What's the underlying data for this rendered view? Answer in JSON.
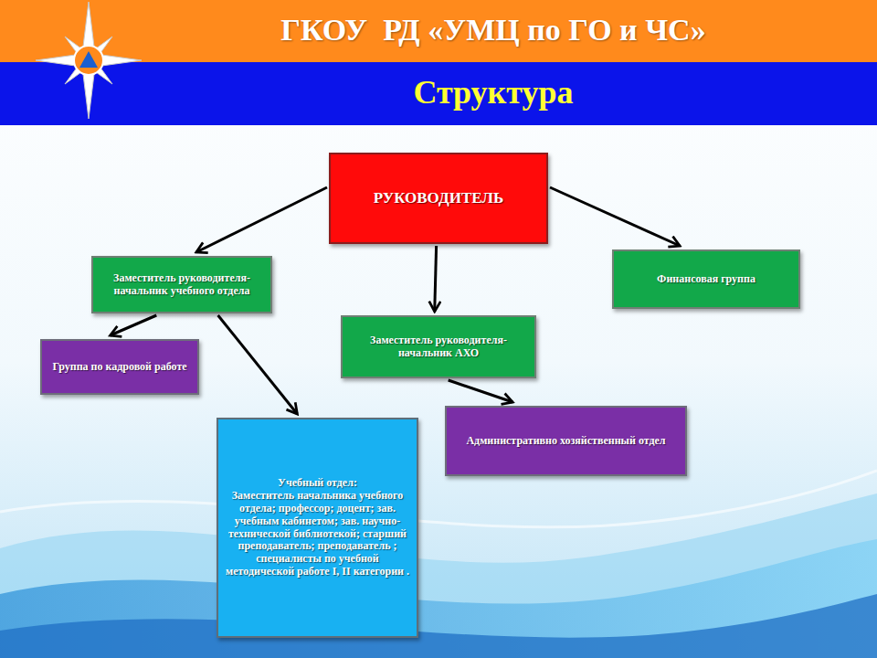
{
  "diagram": {
    "title": "ГКОУ  РД «УМЦ по ГО и ЧС»",
    "nodes": [
      {
        "text": [
          "РУКОВОДИТЕЛЬ"
        ]
      },
      {
        "text": [
          "Заместитель руководителя-начальник учебного отдела"
        ]
      },
      {
        "text": [
          "Финансовая группа"
        ]
      },
      {
        "text": [
          "Группа по кадровой работе"
        ]
      },
      {
        "text": [
          "Заместитель руководителя-начальник АХО"
        ]
      },
      {
        "text": [
          "Учебный отдел:",
          "Заместитель начальника учебного отдела; профессор; доцент; зав. учебным кабинетом; зав. научно-технической библиотекой; старший преподаватель; преподаватель ; специалисты по учебной методической работе I, II категории ."
        ]
      },
      {
        "text": [
          "Административно хозяйственный отдел"
        ]
      }
    ],
    "edges": [
      {
        "from": 0,
        "to": 1,
        "arrow": "to"
      },
      {
        "from": 0,
        "to": 4,
        "arrow": "to"
      },
      {
        "from": 0,
        "to": 2,
        "arrow": "to"
      },
      {
        "from": 1,
        "to": 3,
        "arrow": "to"
      },
      {
        "from": 1,
        "to": 5,
        "arrow": "to"
      },
      {
        "from": 4,
        "to": 6,
        "arrow": "to"
      }
    ],
    "labels": [
      "Структура"
    ]
  }
}
